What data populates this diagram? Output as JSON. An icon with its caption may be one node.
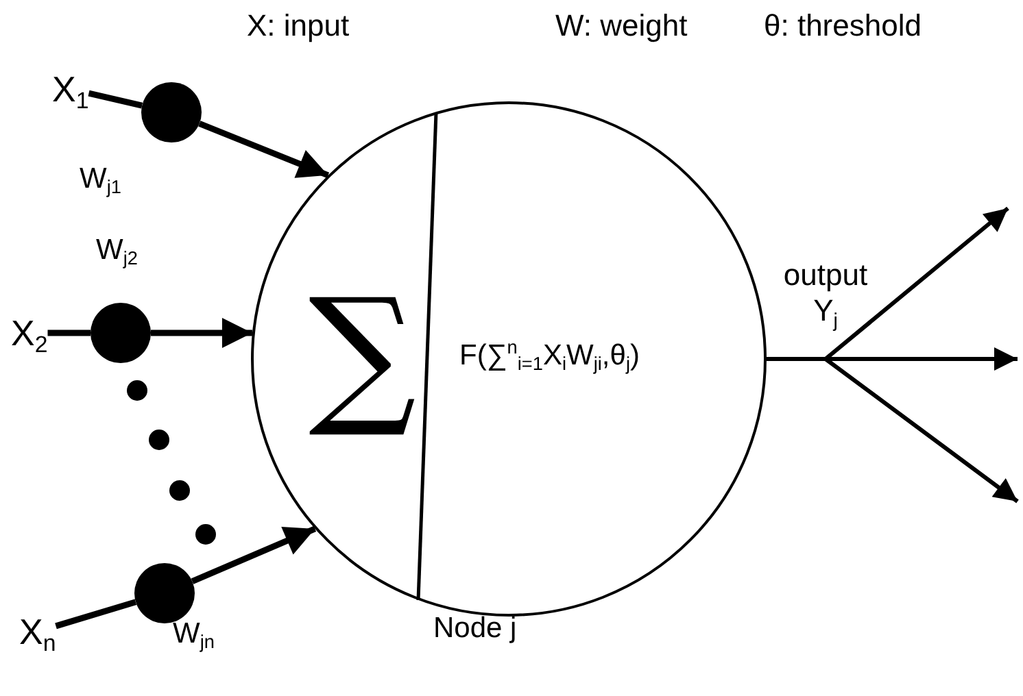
{
  "diagram": {
    "nodes": [
      {
        "text": [
          "X$_{1}$"
        ]
      },
      {
        "text": [],
        "shape": "circle",
        "beside": [
          "W$_{j1}$"
        ]
      },
      {
        "text": [
          "X$_{2}$"
        ]
      },
      {
        "text": [],
        "shape": "circle",
        "beside": [
          "W$_{j2}$"
        ]
      },
      {
        "text": [
          "X$_{n}$"
        ]
      },
      {
        "text": [],
        "shape": "circle",
        "beside": [
          "W$_{jn}$"
        ]
      },
      {
        "text": [
          "∑",
          "F(∑$^{n}$$_{i=1}$X$_{i}$W$_{ji}$,θ$_{j}$)"
        ],
        "beside": [
          "Node j"
        ]
      }
    ],
    "edges": [
      {
        "from": 0,
        "to": 1,
        "arrow": "none"
      },
      {
        "from": 1,
        "to": 6,
        "arrow": "to"
      },
      {
        "from": 2,
        "to": 3,
        "arrow": "none"
      },
      {
        "from": 3,
        "to": 6,
        "arrow": "to"
      },
      {
        "from": 4,
        "to": 5,
        "arrow": "none"
      },
      {
        "from": 5,
        "to": 6,
        "arrow": "to"
      },
      {
        "from": 6,
        "to": null,
        "arrow": "to"
      },
      {
        "from": 6,
        "to": null,
        "arrow": "to"
      },
      {
        "from": 6,
        "to": null,
        "arrow": "to"
      }
    ],
    "labels": [
      "X: input",
      "W: weight",
      "θ: threshold",
      "output Y$_{j}$"
    ]
  }
}
